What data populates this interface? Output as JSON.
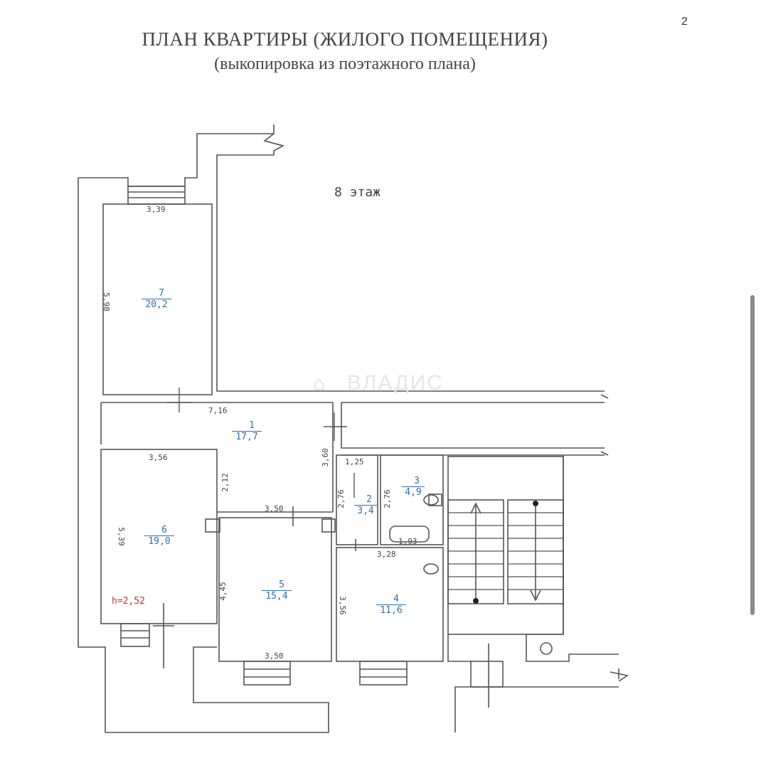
{
  "page_number": "2",
  "title": "ПЛАН КВАРТИРЫ (ЖИЛОГО ПОМЕЩЕНИЯ)",
  "subtitle": "(выкопировка из поэтажного плана)",
  "floor_label": "8 этаж",
  "watermark": "ВЛАДИС",
  "ceiling_height": "h=2,52",
  "rooms": [
    {
      "number": "1",
      "area": "17,7"
    },
    {
      "number": "2",
      "area": "3,4"
    },
    {
      "number": "3",
      "area": "4,9"
    },
    {
      "number": "4",
      "area": "11,6"
    },
    {
      "number": "5",
      "area": "15,4"
    },
    {
      "number": "6",
      "area": "19,0"
    },
    {
      "number": "7",
      "area": "20,2"
    }
  ],
  "dimensions": {
    "r7_top": "3,39",
    "r7_left": "5,98",
    "r1_top": "7,16",
    "r6_top": "3,56",
    "r1_vertical": "2,12",
    "r1_right": "3,60",
    "r2_top": "1,25",
    "r2_left": "2,76",
    "r3_left": "2,76",
    "r3_bottom": "1,93",
    "r5_top": "3,50",
    "r6_left": "5,39",
    "r5_left": "4,45",
    "r5_bottom": "3,50",
    "r4_top": "3,28",
    "r4_left": "3,56"
  },
  "colors": {
    "wall": "#555555",
    "room_label": "#2f6fb0",
    "height_label": "#c0392b",
    "dimension": "#444444"
  }
}
